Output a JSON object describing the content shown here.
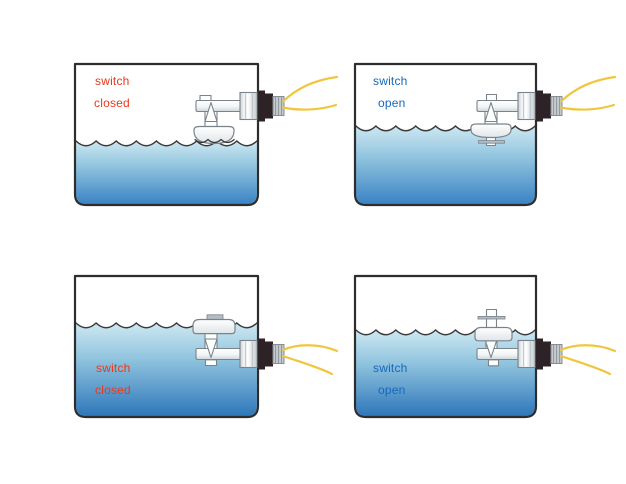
{
  "diagram": {
    "description": "float switch operation in tank, four states",
    "panels": [
      {
        "position": "top-left",
        "line1": "switch",
        "line2": "closed",
        "state": "closed"
      },
      {
        "position": "top-right",
        "line1": "switch",
        "line2": "open",
        "state": "open"
      },
      {
        "position": "bottom-left",
        "line1": "switch",
        "line2": "closed",
        "state": "closed"
      },
      {
        "position": "bottom-right",
        "line1": "switch",
        "line2": "open",
        "state": "open"
      }
    ],
    "colors": {
      "closed_label": "#e8391c",
      "open_label": "#1568bd",
      "wire": "#f0c63e",
      "tank_outline": "#2d2d2d",
      "wave_line": "#3a3a3a",
      "water_light": "#cfe9f2",
      "water_mid": "#8fc3de",
      "water_deep": "#3a83c4",
      "water_deepest": "#2e77ba",
      "part_stroke": "#7a838a",
      "locknut_dark": "#2d2226"
    }
  }
}
